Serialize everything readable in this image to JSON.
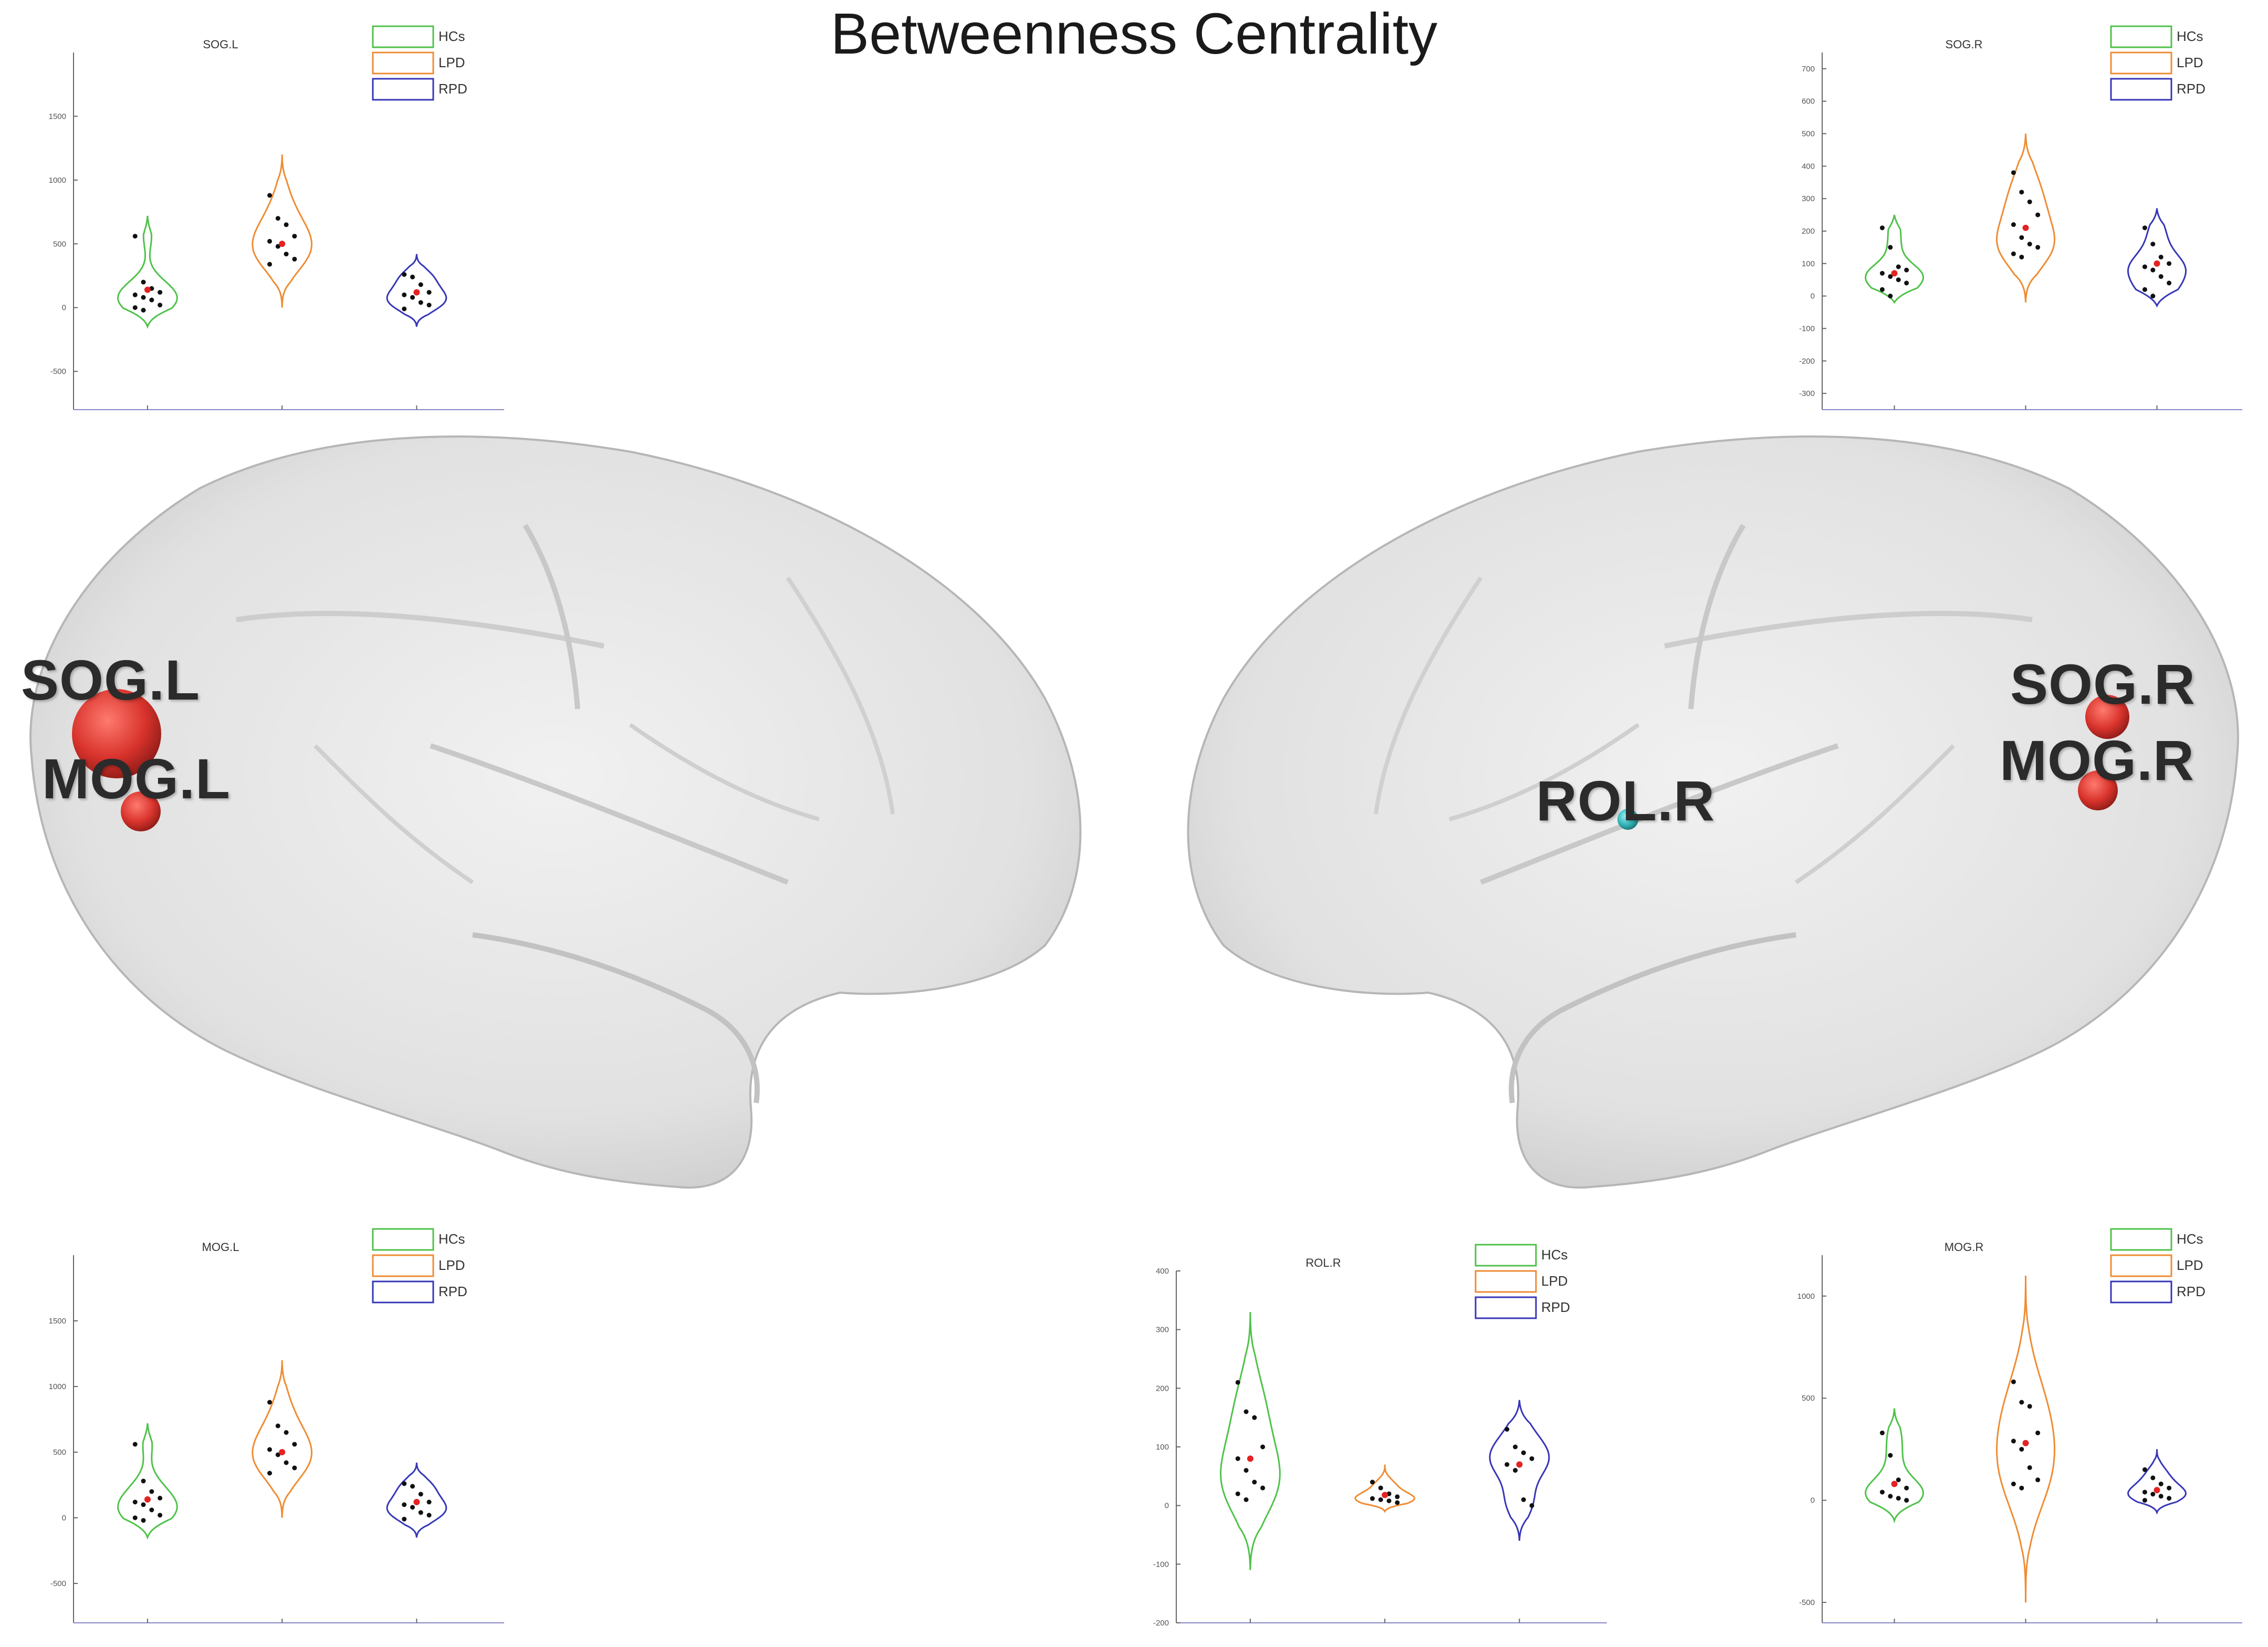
{
  "title": "Betweenness Centrality",
  "colors": {
    "HCs": "#4fc24a",
    "LPD": "#ef8c33",
    "RPD": "#3636b8",
    "LPD_dark": "#e0512b",
    "mean": "#e52222",
    "node_red": "#d8332c",
    "node_cyan": "#33b5b8"
  },
  "brain": {
    "left_labels": [
      "SOG.L",
      "MOG.L"
    ],
    "right_labels": [
      "SOG.R",
      "MOG.R",
      "ROL.R"
    ]
  },
  "chart_data": [
    {
      "type": "violin",
      "title": "SOG.L",
      "ylim": [
        -800,
        2000
      ],
      "yticks": [
        "1500",
        "1000",
        "500",
        "0",
        "-500"
      ],
      "legend": [
        "HCs",
        "LPD",
        "RPD"
      ],
      "series": [
        {
          "name": "HCs",
          "points": [
            560,
            200,
            150,
            120,
            100,
            80,
            60,
            20,
            0,
            -20
          ],
          "mean": 140,
          "range": [
            -150,
            720
          ]
        },
        {
          "name": "LPD",
          "points": [
            880,
            700,
            650,
            560,
            520,
            480,
            420,
            380,
            340
          ],
          "mean": 500,
          "range": [
            0,
            1200
          ]
        },
        {
          "name": "RPD",
          "points": [
            260,
            240,
            180,
            120,
            100,
            80,
            40,
            20,
            -10
          ],
          "mean": 120,
          "range": [
            -150,
            420
          ]
        }
      ]
    },
    {
      "type": "violin",
      "title": "SOG.R",
      "ylim": [
        -350,
        750
      ],
      "yticks": [
        "700",
        "600",
        "500",
        "400",
        "300",
        "200",
        "100",
        "0",
        "-100",
        "-200",
        "-300"
      ],
      "legend": [
        "HCs",
        "LPD",
        "RPD"
      ],
      "series": [
        {
          "name": "HCs",
          "points": [
            210,
            150,
            90,
            80,
            70,
            60,
            50,
            40,
            20,
            0
          ],
          "mean": 70,
          "range": [
            -20,
            250
          ]
        },
        {
          "name": "LPD",
          "points": [
            380,
            320,
            290,
            250,
            220,
            180,
            160,
            150,
            130,
            120
          ],
          "mean": 210,
          "range": [
            -20,
            500
          ]
        },
        {
          "name": "RPD",
          "points": [
            210,
            160,
            120,
            100,
            90,
            80,
            60,
            40,
            20,
            0
          ],
          "mean": 100,
          "range": [
            -30,
            270
          ]
        }
      ]
    },
    {
      "type": "violin",
      "title": "MOG.L",
      "ylim": [
        -800,
        2000
      ],
      "yticks": [
        "1500",
        "1000",
        "500",
        "0",
        "-500"
      ],
      "legend": [
        "HCs",
        "LPD",
        "RPD"
      ],
      "series": [
        {
          "name": "HCs",
          "points": [
            560,
            280,
            200,
            150,
            120,
            100,
            60,
            20,
            0,
            -20
          ],
          "mean": 140,
          "range": [
            -150,
            720
          ]
        },
        {
          "name": "LPD",
          "points": [
            880,
            700,
            650,
            560,
            520,
            480,
            420,
            380,
            340
          ],
          "mean": 500,
          "range": [
            0,
            1200
          ]
        },
        {
          "name": "RPD",
          "points": [
            260,
            240,
            180,
            120,
            100,
            80,
            40,
            20,
            -10
          ],
          "mean": 120,
          "range": [
            -150,
            420
          ]
        }
      ]
    },
    {
      "type": "violin",
      "title": "ROL.R",
      "ylim": [
        -200,
        400
      ],
      "yticks": [
        "400",
        "300",
        "200",
        "100",
        "0",
        "-100",
        "-200"
      ],
      "legend": [
        "HCs",
        "LPD",
        "RPD"
      ],
      "series": [
        {
          "name": "HCs",
          "points": [
            210,
            160,
            150,
            100,
            80,
            60,
            40,
            30,
            20,
            10
          ],
          "mean": 80,
          "range": [
            -110,
            330
          ]
        },
        {
          "name": "LPD",
          "points": [
            40,
            30,
            20,
            15,
            12,
            10,
            8,
            5
          ],
          "mean": 18,
          "range": [
            -10,
            70
          ]
        },
        {
          "name": "RPD",
          "points": [
            130,
            100,
            90,
            80,
            70,
            60,
            10,
            0
          ],
          "mean": 70,
          "range": [
            -60,
            180
          ]
        }
      ]
    },
    {
      "type": "violin",
      "title": "MOG.R",
      "ylim": [
        -600,
        1200
      ],
      "yticks": [
        "1000",
        "500",
        "0",
        "-500"
      ],
      "legend": [
        "HCs",
        "LPD",
        "RPD"
      ],
      "series": [
        {
          "name": "HCs",
          "points": [
            330,
            220,
            100,
            60,
            40,
            20,
            10,
            0
          ],
          "mean": 80,
          "range": [
            -100,
            450
          ]
        },
        {
          "name": "LPD",
          "points": [
            580,
            480,
            460,
            330,
            290,
            250,
            160,
            100,
            80,
            60
          ],
          "mean": 280,
          "range": [
            -500,
            1100
          ]
        },
        {
          "name": "RPD",
          "points": [
            150,
            110,
            80,
            60,
            40,
            30,
            20,
            10,
            0
          ],
          "mean": 50,
          "range": [
            -60,
            250
          ]
        }
      ]
    }
  ]
}
